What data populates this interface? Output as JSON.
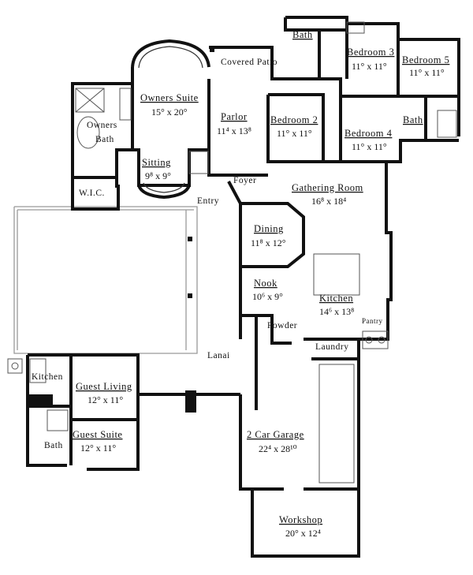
{
  "rooms": {
    "bath_top": {
      "name": "Bath"
    },
    "bedroom3": {
      "name": "Bedroom 3",
      "dim": "11° x 11°"
    },
    "bedroom5": {
      "name": "Bedroom 5",
      "dim": "11° x 11°"
    },
    "covered_patio": {
      "name": "Covered Patio"
    },
    "owners_suite": {
      "name": "Owners Suite",
      "dim": "15° x 20°"
    },
    "parlor": {
      "name": "Parlor",
      "dim": "11⁴ x 13⁸"
    },
    "bedroom2": {
      "name": "Bedroom 2",
      "dim": "11° x 11°"
    },
    "bedroom4": {
      "name": "Bedroom 4",
      "dim": "11° x 11°"
    },
    "bath_right": {
      "name": "Bath"
    },
    "owners_bath": {
      "name1": "Owners",
      "name2": "Bath"
    },
    "sitting": {
      "name": "Sitting",
      "dim": "9⁸ x 9°"
    },
    "wic": {
      "name": "W.I.C."
    },
    "foyer": {
      "name": "Foyer"
    },
    "entry": {
      "name": "Entry"
    },
    "gathering_room": {
      "name": "Gathering Room",
      "dim": "16⁸ x 18⁴"
    },
    "dining": {
      "name": "Dining",
      "dim": "11⁸ x 12°"
    },
    "nook": {
      "name": "Nook",
      "dim": "10⁶ x 9°"
    },
    "kitchen": {
      "name": "Kitchen",
      "dim": "14⁶ x 13⁸"
    },
    "pantry": {
      "name": "Pantry"
    },
    "powder": {
      "name": "Powder"
    },
    "laundry": {
      "name": "Laundry"
    },
    "lanai": {
      "name": "Lanai"
    },
    "guest_kitchen": {
      "name": "Kitchen"
    },
    "guest_living": {
      "name": "Guest Living",
      "dim": "12° x 11°"
    },
    "guest_bath": {
      "name": "Bath"
    },
    "guest_suite": {
      "name": "Guest Suite",
      "dim": "12° x 11°"
    },
    "garage": {
      "name": "2 Car Garage",
      "dim": "22⁴ x 28¹⁰"
    },
    "workshop": {
      "name": "Workshop",
      "dim": "20° x 12⁴"
    }
  }
}
